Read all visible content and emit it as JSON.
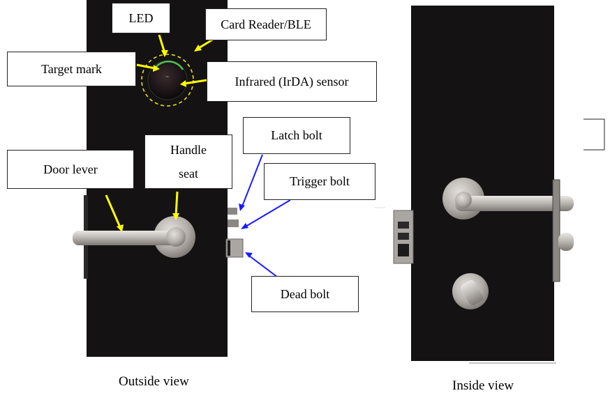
{
  "labels": {
    "led": "LED",
    "card_reader": "Card Reader/BLE",
    "target_mark": "Target mark",
    "infrared": "Infrared (IrDA) sensor",
    "latch_bolt": "Latch bolt",
    "door_lever": "Door lever",
    "handle_seat_line1": "Handle",
    "handle_seat_line2": "seat",
    "trigger_bolt": "Trigger bolt",
    "dead_bolt": "Dead bolt"
  },
  "captions": {
    "outside": "Outside view",
    "inside": "Inside view"
  },
  "colors": {
    "door_panel": "#141212",
    "metal": "#b9b5b1",
    "pointer_yellow": "#ffff00",
    "pointer_blue": "#1a1aff",
    "reader_ring": "#e6e600"
  }
}
